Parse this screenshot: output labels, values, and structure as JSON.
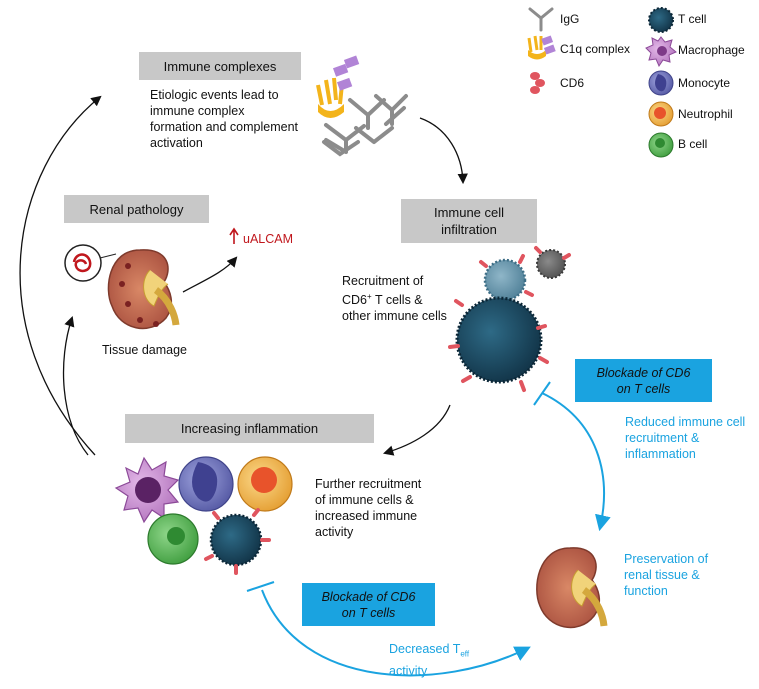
{
  "boxes": {
    "immune_complexes": "Immune complexes",
    "immune_cell_infiltration": "Immune cell infiltration",
    "renal_pathology": "Renal pathology",
    "increasing_inflammation": "Increasing inflammation",
    "blockade_right": "Blockade of CD6 on T cells",
    "blockade_bottom": "Blockade of CD6 on T cells"
  },
  "texts": {
    "etiologic": "Etiologic events lead to immune complex formation and complement activation",
    "recruitment_a": "Recruitment of",
    "recruitment_b": "CD6",
    "recruitment_sup": "+",
    "recruitment_c": "T cells &",
    "recruitment_d": "other immune cells",
    "tissue_damage": "Tissue damage",
    "ualcam": "uALCAM",
    "further": "Further recruitment of immune cells & increased immune activity",
    "reduced": "Reduced immune cell recruitment & inflammation",
    "preservation": "Preservation of renal tissue & function",
    "decreased_a": "Decreased T",
    "decreased_sub": "eff",
    "decreased_b": "activity"
  },
  "legend": {
    "igg": "IgG",
    "c1q": "C1q complex",
    "cd6": "CD6",
    "tcell": "T cell",
    "macrophage": "Macrophage",
    "monocyte": "Monocyte",
    "neutrophil": "Neutrophil",
    "bcell": "B cell"
  },
  "colors": {
    "gray_box": "#c8c8c8",
    "blue_box": "#1aa3e0",
    "inhibition": "#1aa3e0",
    "uptick": "#c0171d",
    "tcell": "#163f55",
    "macrophage": "#c98ad0",
    "monocyte": "#6b6fb8",
    "neutrophil": "#f0a13a",
    "bcell": "#4db04a",
    "cd6": "#e0555f",
    "c1q": "#f3b41b",
    "c1q_head": "#b184d6"
  }
}
